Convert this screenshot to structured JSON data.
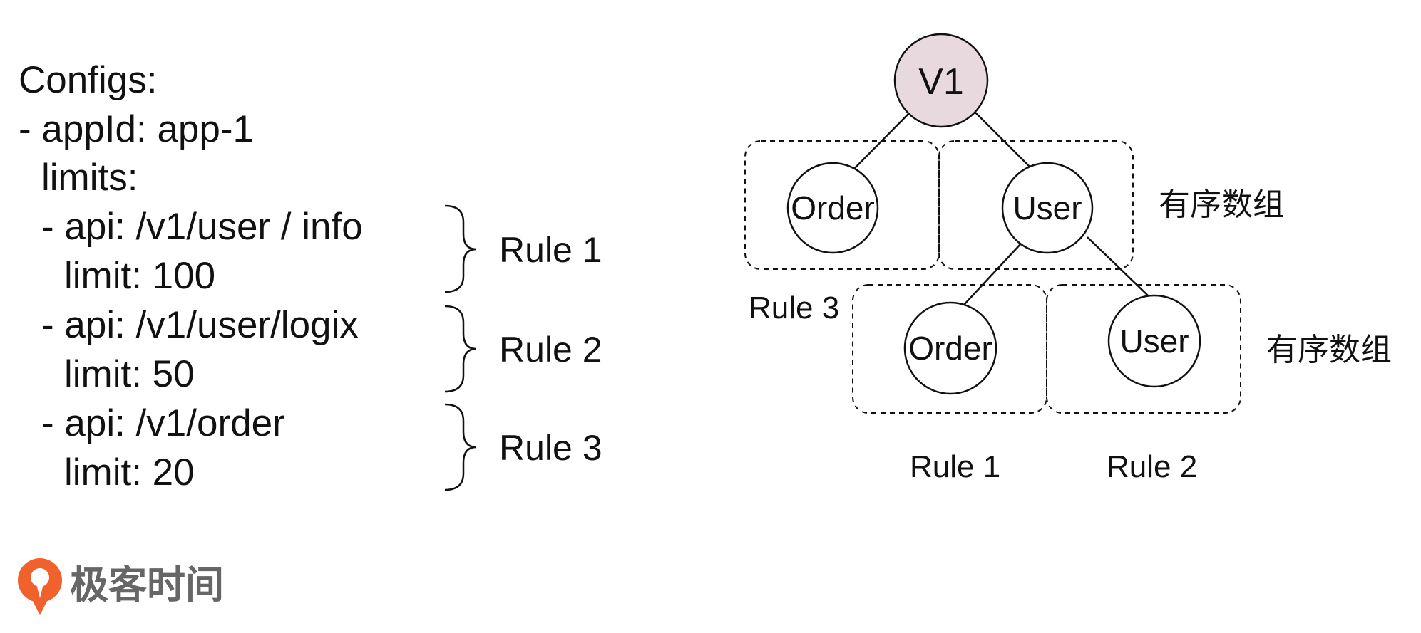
{
  "config": {
    "lines": [
      "Configs:",
      "- appId: app-1",
      "limits:",
      "- api: /v1/user / info",
      "limit: 100",
      "- api: /v1/user/logix",
      "limit: 50",
      "- api: /v1/order",
      "limit: 20"
    ],
    "rules": [
      "Rule 1",
      "Rule 2",
      "Rule 3"
    ]
  },
  "tree": {
    "root": "V1",
    "level1": [
      "Order",
      "User"
    ],
    "level2": [
      "Order",
      "User"
    ],
    "array_label": "有序数组",
    "labels": {
      "rule3": "Rule 3",
      "rule1": "Rule 1",
      "rule2": "Rule 2"
    }
  },
  "logo": {
    "text": "极客时间"
  },
  "colors": {
    "root_fill": "#e8d9df",
    "stroke": "#111111",
    "logo_orange": "#f0612e",
    "logo_gray": "#666666"
  }
}
